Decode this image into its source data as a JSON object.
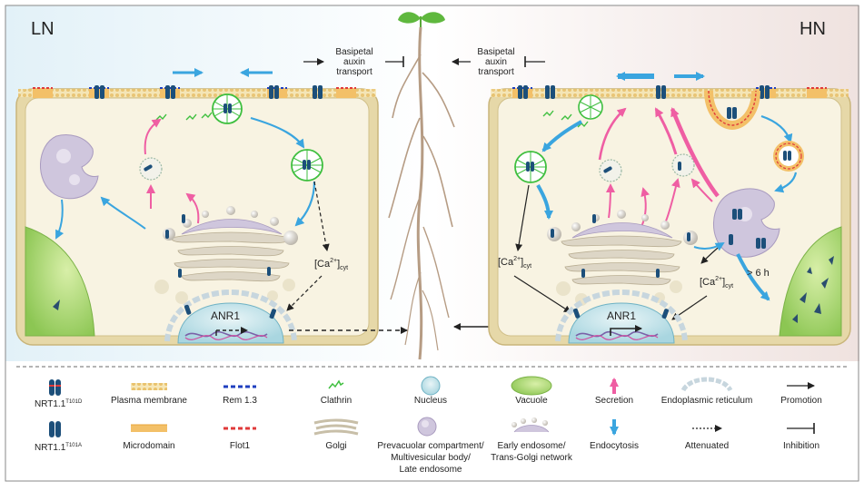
{
  "labels": {
    "ln": "LN",
    "hn": "HN",
    "left_transport": [
      "Basipetal",
      "auxin",
      "transport"
    ],
    "right_transport": [
      "Basipetal",
      "auxin",
      "transport"
    ],
    "ca_base": "[Ca",
    "ca_sup": "2+",
    "ca_close": "]",
    "ca_sub": "cyt",
    "anr1": "ANR1",
    "six_h": "> 6 h"
  },
  "legend": [
    {
      "name": "nrt-t101d",
      "label": "NRT1.1",
      "sup": "T101D",
      "icon": "nrt-d-icon"
    },
    {
      "name": "plasma-membrane",
      "label": "Plasma membrane",
      "icon": "plasma-membrane-icon"
    },
    {
      "name": "rem13",
      "label": "Rem 1.3",
      "icon": "rem-icon"
    },
    {
      "name": "clathrin",
      "label": "Clathrin",
      "icon": "clathrin-icon"
    },
    {
      "name": "nucleus",
      "label": "Nucleus",
      "icon": "nucleus-icon"
    },
    {
      "name": "vacuole",
      "label": "Vacuole",
      "icon": "vacuole-icon"
    },
    {
      "name": "secretion",
      "label": "Secretion",
      "icon": "secretion-arrow-icon"
    },
    {
      "name": "er",
      "label": "Endoplasmic reticulum",
      "icon": "er-icon"
    },
    {
      "name": "promotion",
      "label": "Promotion",
      "icon": "promotion-arrow-icon"
    },
    {
      "name": "nrt-t101a",
      "label": "NRT1.1",
      "sup": "T101A",
      "icon": "nrt-a-icon"
    },
    {
      "name": "microdomain",
      "label": "Microdomain",
      "icon": "microdomain-icon"
    },
    {
      "name": "flot1",
      "label": "Flot1",
      "icon": "flot-icon"
    },
    {
      "name": "golgi",
      "label": "Golgi",
      "icon": "golgi-icon"
    },
    {
      "name": "pvc",
      "label": [
        "Prevacuolar compartment/",
        "Multivesicular body/",
        "Late endosome"
      ],
      "icon": "pvc-icon"
    },
    {
      "name": "ee",
      "label": [
        "Early endosome/",
        "Trans-Golgi network"
      ],
      "icon": "endosome-icon"
    },
    {
      "name": "endocytosis",
      "label": "Endocytosis",
      "icon": "endocytosis-arrow-icon"
    },
    {
      "name": "attenuated",
      "label": "Attenuated",
      "icon": "attenuated-arrow-icon"
    },
    {
      "name": "inhibition",
      "label": "Inhibition",
      "icon": "inhibition-icon"
    }
  ],
  "colors": {
    "blue_arrow": "#3aa5df",
    "pink_arrow": "#ef5ea3",
    "cell_wall": "#d7c48a",
    "cytoplasm": "#f8f3e2",
    "clathrin": "#3fbf3f",
    "nrt": "#1c4f7a",
    "rem": "#1f3fbf",
    "flot": "#e03a3a",
    "vacuole": "#a5d46a",
    "pvc": "#cfc6dd"
  }
}
